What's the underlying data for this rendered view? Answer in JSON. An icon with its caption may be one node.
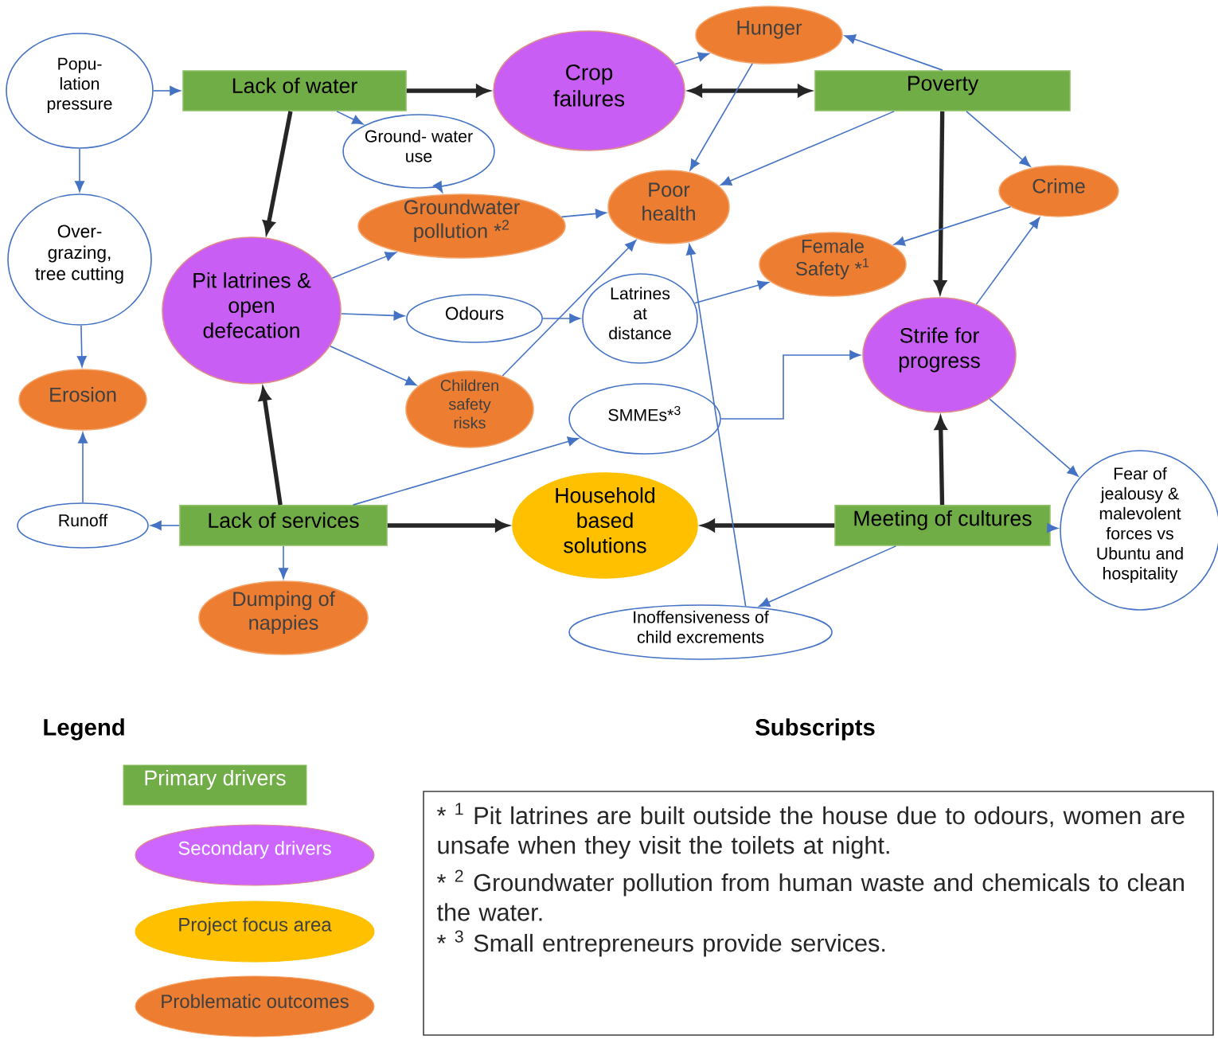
{
  "diagram": {
    "nodes": [
      {
        "text": [
          "Popu- lation pressure"
        ]
      },
      {
        "text": [
          "Lack of water"
        ]
      },
      {
        "text": [
          "Crop failures"
        ]
      },
      {
        "text": [
          "Hunger"
        ]
      },
      {
        "text": [
          "Poverty"
        ]
      },
      {
        "text": [
          "Ground- water use"
        ]
      },
      {
        "text": [
          "Over- grazing, tree cutting"
        ]
      },
      {
        "text": [
          "Groundwater pollution *$^{2}$"
        ]
      },
      {
        "text": [
          "Poor health"
        ]
      },
      {
        "text": [
          "Crime"
        ]
      },
      {
        "text": [
          "Pit latrines & open defecation"
        ]
      },
      {
        "text": [
          "Odours"
        ]
      },
      {
        "text": [
          "Latrines at distance"
        ]
      },
      {
        "text": [
          "Female Safety *$^{1}$"
        ]
      },
      {
        "text": [
          "Strife for progress"
        ]
      },
      {
        "text": [
          "Erosion"
        ]
      },
      {
        "text": [
          "Children safety risks"
        ]
      },
      {
        "text": [
          "SMMEs*$^{3}$"
        ]
      },
      {
        "text": [
          "Runoff"
        ]
      },
      {
        "text": [
          "Lack of services"
        ]
      },
      {
        "text": [
          "Household based solutions"
        ]
      },
      {
        "text": [
          "Meeting of cultures"
        ]
      },
      {
        "text": [
          "Fear of jealousy & malevolent forces vs Ubuntu and hospitality"
        ]
      },
      {
        "text": [
          "Dumping of nappies"
        ]
      },
      {
        "text": [
          "Inoffensiveness of child excrements"
        ]
      }
    ],
    "edges": [
      {
        "from": 1,
        "to": 10,
        "arrow": "to",
        "style": "thick",
        "color": "#262626"
      },
      {
        "from": 1,
        "to": 2,
        "arrow": "to",
        "style": "thick",
        "color": "#262626"
      },
      {
        "from": 4,
        "to": 2,
        "arrow": "both",
        "style": "thick",
        "color": "#262626"
      },
      {
        "from": 4,
        "to": 14,
        "arrow": "to",
        "style": "thick",
        "color": "#262626"
      },
      {
        "from": 19,
        "to": 10,
        "arrow": "to",
        "style": "thick",
        "color": "#262626"
      },
      {
        "from": 19,
        "to": 20,
        "arrow": "to",
        "style": "thick",
        "color": "#262626"
      },
      {
        "from": 21,
        "to": 20,
        "arrow": "to",
        "style": "thick",
        "color": "#262626"
      },
      {
        "from": 21,
        "to": 14,
        "arrow": "to",
        "style": "thick",
        "color": "#262626"
      },
      {
        "from": 0,
        "to": 1,
        "arrow": "to"
      },
      {
        "from": 0,
        "to": 6,
        "arrow": "to"
      },
      {
        "from": 6,
        "to": 15,
        "arrow": "to"
      },
      {
        "from": 18,
        "to": 15,
        "arrow": "to"
      },
      {
        "from": 19,
        "to": 18,
        "arrow": "to"
      },
      {
        "from": 19,
        "to": 23,
        "arrow": "to"
      },
      {
        "from": 19,
        "to": 17,
        "arrow": "to"
      },
      {
        "from": 1,
        "to": 5,
        "arrow": "to"
      },
      {
        "from": 5,
        "to": 7,
        "arrow": "to"
      },
      {
        "from": 10,
        "to": 7,
        "arrow": "to"
      },
      {
        "from": 10,
        "to": 11,
        "arrow": "to"
      },
      {
        "from": 10,
        "to": 16,
        "arrow": "to"
      },
      {
        "from": 11,
        "to": 12,
        "arrow": "to"
      },
      {
        "from": 16,
        "to": 8,
        "arrow": "to"
      },
      {
        "from": 7,
        "to": 8,
        "arrow": "to"
      },
      {
        "from": 2,
        "to": 3,
        "arrow": "to"
      },
      {
        "from": 3,
        "to": 8,
        "arrow": "to"
      },
      {
        "from": 4,
        "to": 8,
        "arrow": "to"
      },
      {
        "from": 4,
        "to": 3,
        "arrow": "to"
      },
      {
        "from": 4,
        "to": 9,
        "arrow": "to"
      },
      {
        "from": 14,
        "to": 9,
        "arrow": "to"
      },
      {
        "from": 9,
        "to": 13,
        "arrow": "to"
      },
      {
        "from": 12,
        "to": 13,
        "arrow": "to"
      },
      {
        "from": 17,
        "to": 14,
        "arrow": "to"
      },
      {
        "from": 14,
        "to": 22,
        "arrow": "to"
      },
      {
        "from": 21,
        "to": 22,
        "arrow": "to"
      },
      {
        "from": 21,
        "to": 24,
        "arrow": "to"
      },
      {
        "from": 24,
        "to": 8,
        "arrow": "to"
      }
    ],
    "labels": [
      "Legend",
      "Subscripts",
      "* $^{1}$ Pit latrines are built outside the house due to odours, women are unsafe when they visit the toilets at night.",
      "* $^{2}$ Groundwater pollution from human waste and chemicals to clean the water.",
      "* $^{3}$ Small entrepreneurs provide services."
    ],
    "legend": [
      {
        "text": "Primary drivers",
        "color": "#70ad47"
      },
      {
        "text": "Secondary drivers",
        "color": "#cc66ff"
      },
      {
        "text": "Project focus area",
        "color": "#ffc000"
      },
      {
        "text": "Problematic outcomes",
        "color": "#ed7d31"
      }
    ]
  }
}
